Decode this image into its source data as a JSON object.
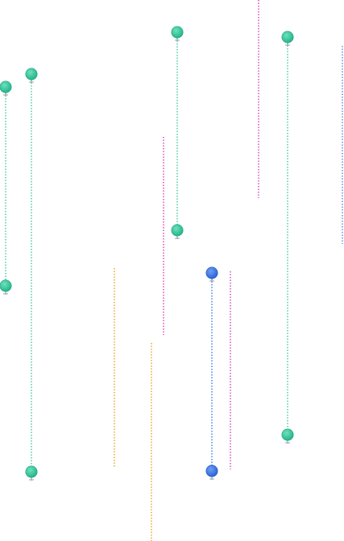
{
  "colors": {
    "green": "#3ec99e",
    "green_dark": "#1fa77c",
    "blue": "#3b78e7",
    "blue_dark": "#1f59c8",
    "magenta": "#d63fbf",
    "orange": "#e8a317",
    "sky": "#4a8fdc",
    "stem": "#9aa3a8"
  },
  "track_names": [
    "green-track-a",
    "green-track-b",
    "green-track-c",
    "green-track-d",
    "blue-track",
    "magenta-line-a",
    "magenta-line-b",
    "magenta-line-c",
    "orange-line-a",
    "orange-line-b",
    "sky-line"
  ]
}
